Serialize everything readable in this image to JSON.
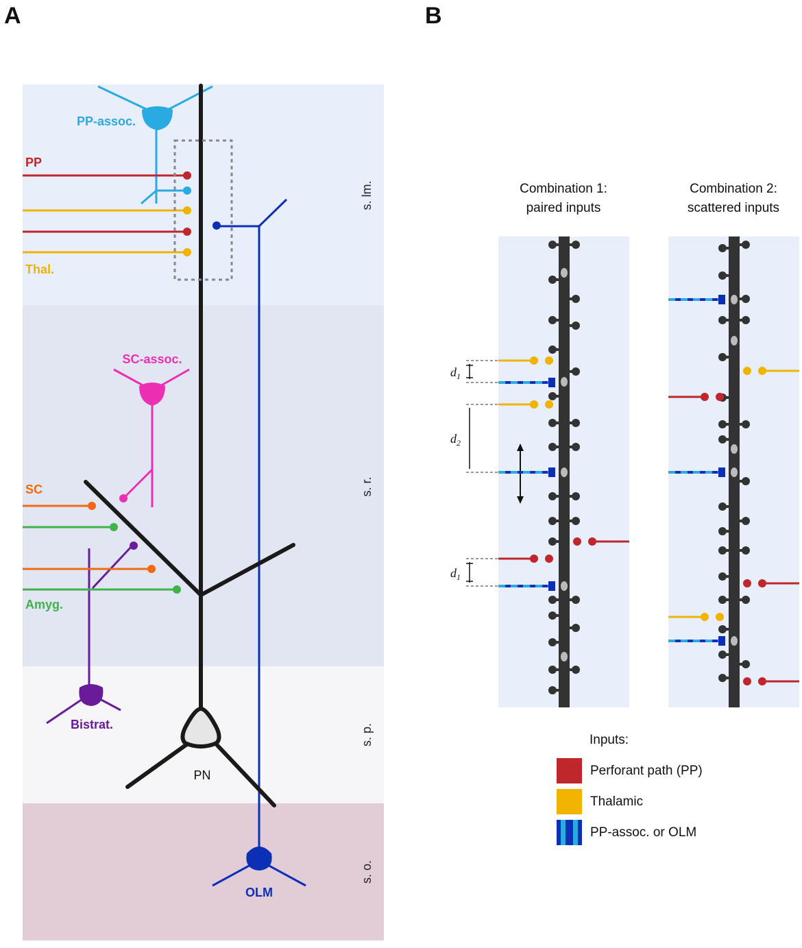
{
  "panels": {
    "a": "A",
    "b": "B"
  },
  "layers": {
    "slm": "s. lm.",
    "sr": "s. r.",
    "sp": "s. p.",
    "so": "s. o."
  },
  "cells": {
    "pp_assoc": "PP-assoc.",
    "sc_assoc": "SC-assoc.",
    "bistrat": "Bistrat.",
    "pn": "PN",
    "olm": "OLM"
  },
  "inputs_a": {
    "pp": "PP",
    "thal": "Thal.",
    "sc": "SC",
    "amyg": "Amyg."
  },
  "combo1": {
    "line1": "Combination 1:",
    "line2": "paired inputs"
  },
  "combo2": {
    "line1": "Combination 2:",
    "line2": "scattered inputs"
  },
  "distances": {
    "d1": "d",
    "d1_sub": "1",
    "d2": "d",
    "d2_sub": "2"
  },
  "legend": {
    "title": "Inputs:",
    "items": [
      "Perforant path (PP)",
      "Thalamic",
      "PP-assoc. or OLM"
    ]
  },
  "colors": {
    "pp": "#c0272d",
    "thal": "#f0b400",
    "pp_assoc": "#29abe2",
    "olm": "#0b2fb5",
    "sc_assoc": "#ec2fb3",
    "sc": "#f26a10",
    "amyg": "#3cb44b",
    "bistrat": "#6a1b9a",
    "neuron": "#1a1a1a",
    "dendrite": "#333333",
    "layer_slm": "#e9eefb",
    "layer_sr": "#e2e6f2",
    "layer_sp": "#f6f6f8",
    "layer_so": "#e2ccd8",
    "panel_b_bg": "#e9eefb"
  }
}
